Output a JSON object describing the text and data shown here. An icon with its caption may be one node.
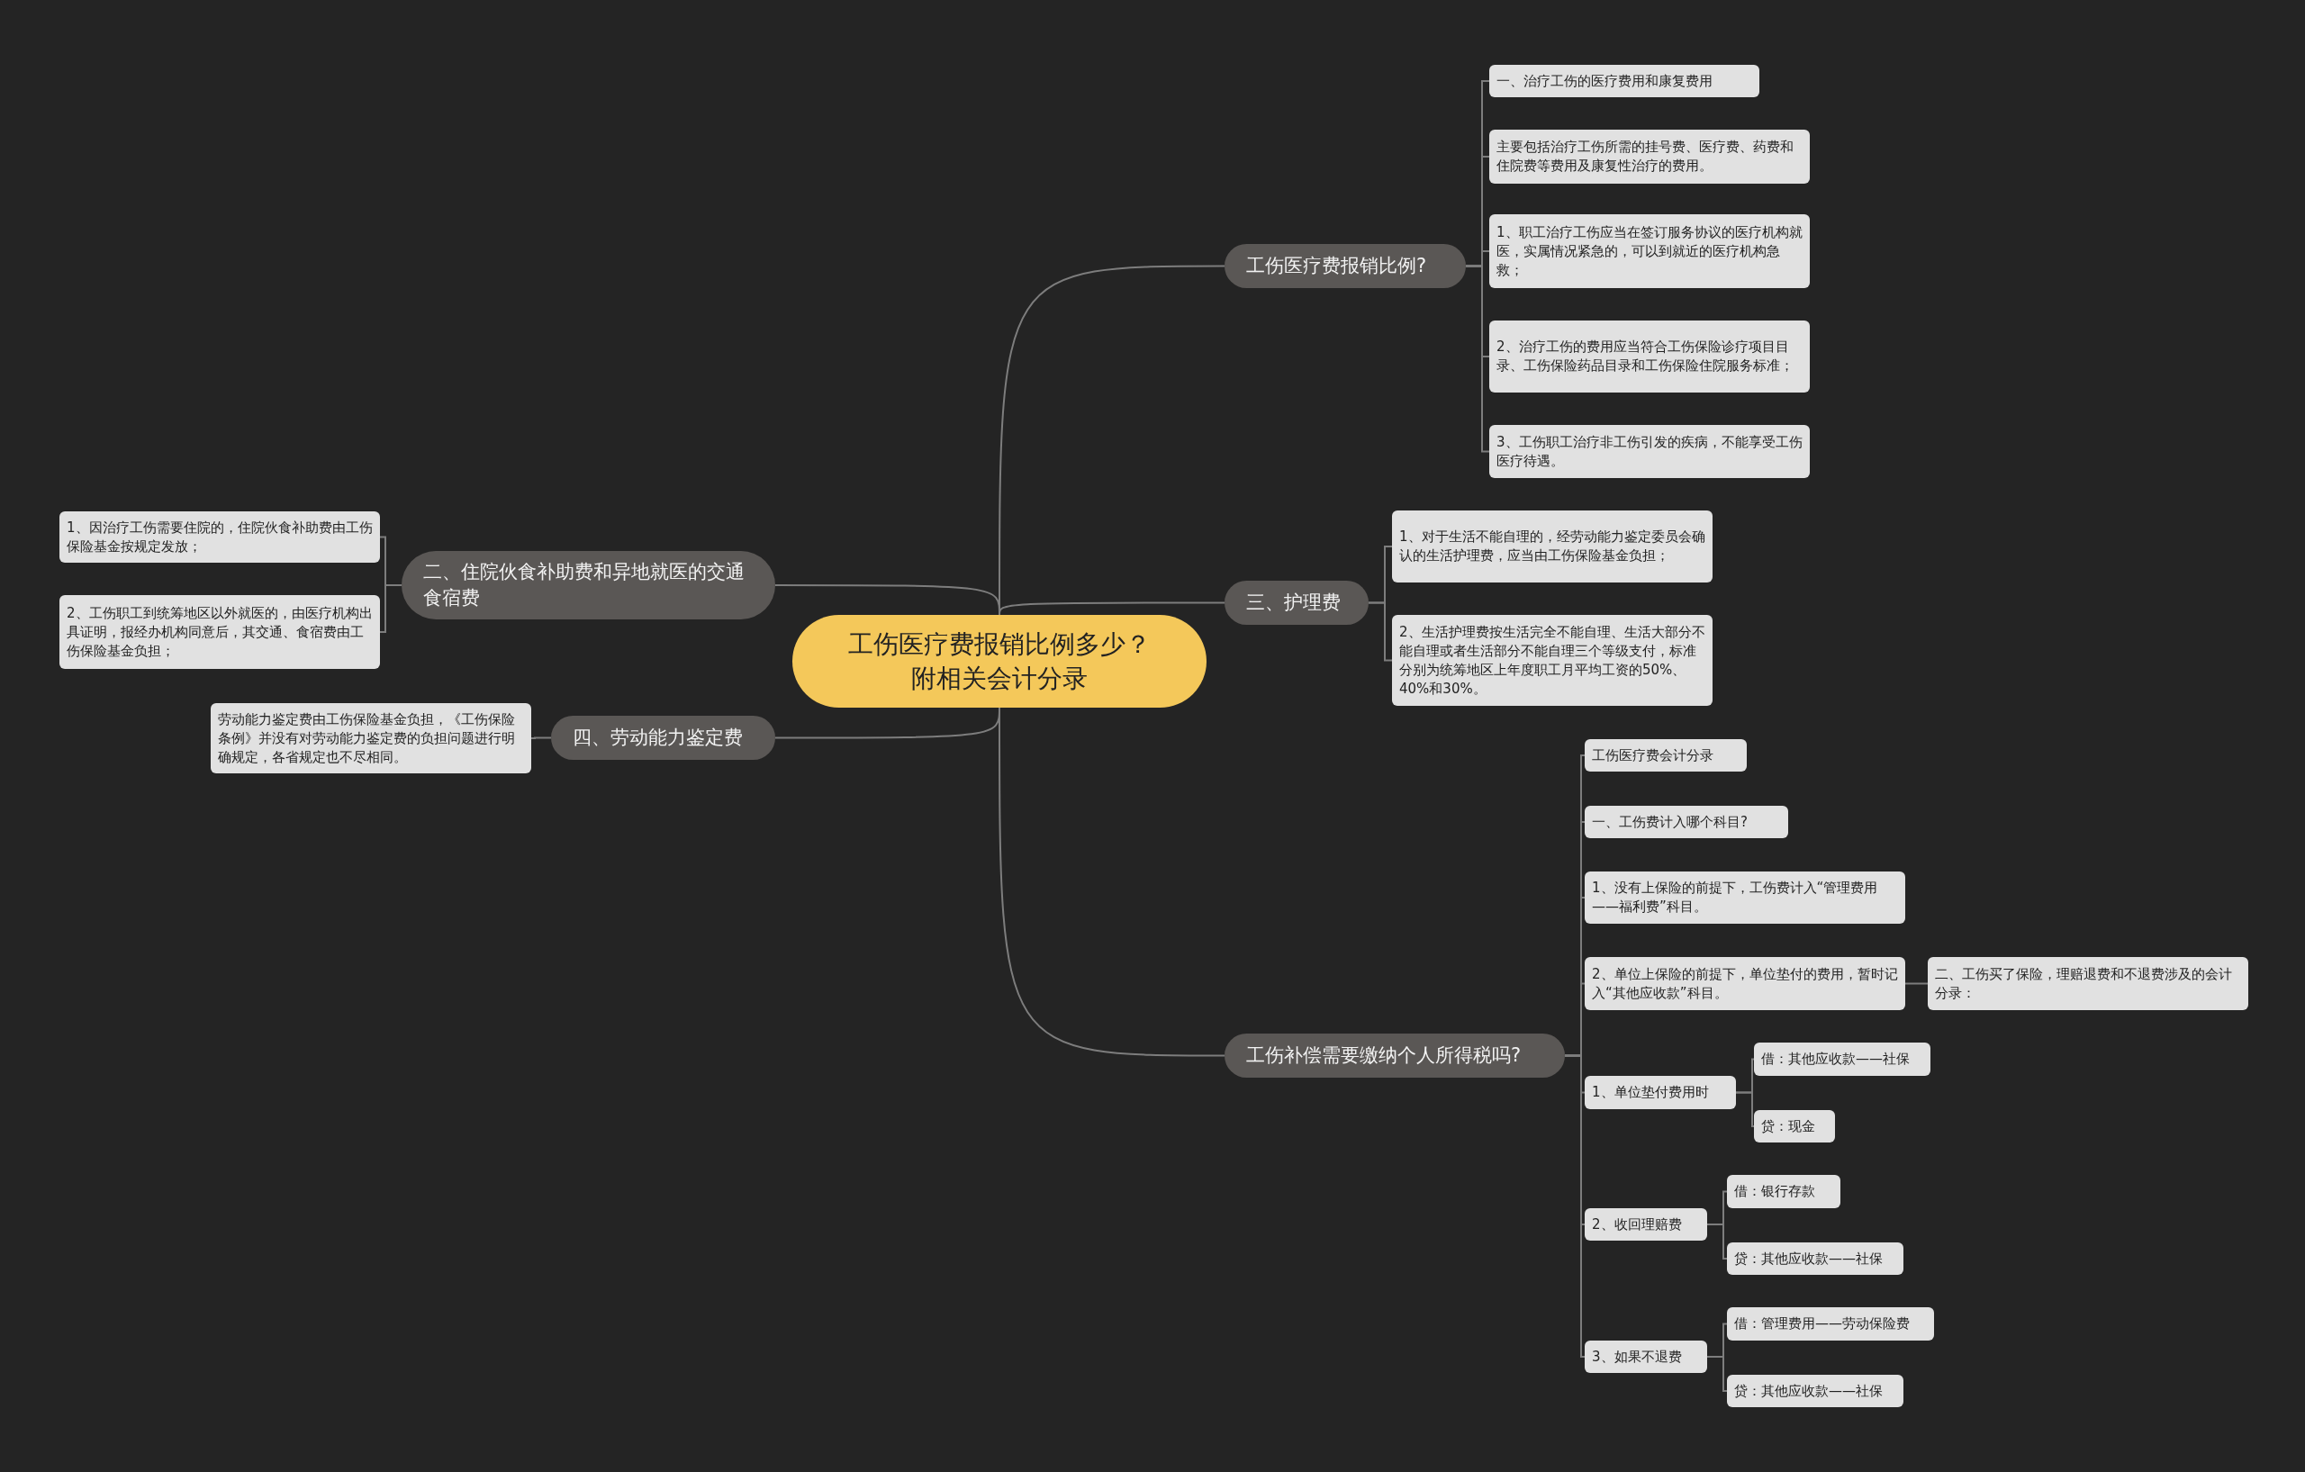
{
  "diagram": {
    "nodes": [
      {
        "text": [
          "工伤医疗费报销比例多少？附相关会计分录"
        ]
      },
      {
        "text": [
          "工伤医疗费报销比例?"
        ]
      },
      {
        "text": [
          "一、治疗工伤的医疗费用和康复费用"
        ]
      },
      {
        "text": [
          "主要包括治疗工伤所需的挂号费、医疗费、药费和住院费等费用及康复性治疗的费用。"
        ]
      },
      {
        "text": [
          "1、职工治疗工伤应当在签订服务协议的医疗机构就医，实属情况紧急的，可以到就近的医疗机构急救；"
        ]
      },
      {
        "text": [
          "2、治疗工伤的费用应当符合工伤保险诊疗项目目录、工伤保险药品目录和工伤保险住院服务标准；"
        ]
      },
      {
        "text": [
          "3、工伤职工治疗非工伤引发的疾病，不能享受工伤医疗待遇。"
        ]
      },
      {
        "text": [
          "三、护理费"
        ]
      },
      {
        "text": [
          "1、对于生活不能自理的，经劳动能力鉴定委员会确认的生活护理费，应当由工伤保险基金负担；"
        ]
      },
      {
        "text": [
          "2、生活护理费按生活完全不能自理、生活大部分不能自理或者生活部分不能自理三个等级支付，标准分别为统筹地区上年度职工月平均工资的50%、40%和30%。"
        ]
      },
      {
        "text": [
          "工伤补偿需要缴纳个人所得税吗?"
        ]
      },
      {
        "text": [
          "工伤医疗费会计分录"
        ]
      },
      {
        "text": [
          "一、工伤费计入哪个科目?"
        ]
      },
      {
        "text": [
          "1、没有上保险的前提下，工伤费计入“管理费用——福利费”科目。"
        ]
      },
      {
        "text": [
          "2、单位上保险的前提下，单位垫付的费用，暂时记入“其他应收款”科目。"
        ]
      },
      {
        "text": [
          "二、工伤买了保险，理赔退费和不退费涉及的会计分录："
        ]
      },
      {
        "text": [
          "1、单位垫付费用时"
        ]
      },
      {
        "text": [
          "借：其他应收款——社保"
        ]
      },
      {
        "text": [
          "贷：现金"
        ]
      },
      {
        "text": [
          "2、收回理赔费"
        ]
      },
      {
        "text": [
          "借：银行存款"
        ]
      },
      {
        "text": [
          "贷：其他应收款——社保"
        ]
      },
      {
        "text": [
          "3、如果不退费"
        ]
      },
      {
        "text": [
          "借：管理费用——劳动保险费"
        ]
      },
      {
        "text": [
          "贷：其他应收款——社保"
        ]
      },
      {
        "text": [
          "二、住院伙食补助费和异地就医的交通食宿费"
        ]
      },
      {
        "text": [
          "1、因治疗工伤需要住院的，住院伙食补助费由工伤保险基金按规定发放；"
        ]
      },
      {
        "text": [
          "2、工伤职工到统筹地区以外就医的，由医疗机构出具证明，报经办机构同意后，其交通、食宿费由工伤保险基金负担；"
        ]
      },
      {
        "text": [
          "四、劳动能力鉴定费"
        ]
      },
      {
        "text": [
          "劳动能力鉴定费由工伤保险基金负担，《工伤保险条例》并没有对劳动能力鉴定费的负担问题进行明确规定，各省规定也不尽相同。"
        ]
      }
    ],
    "edges": [
      {
        "from": 0,
        "to": 1,
        "arrow": "none"
      },
      {
        "from": 1,
        "to": 2,
        "arrow": "none"
      },
      {
        "from": 1,
        "to": 3,
        "arrow": "none"
      },
      {
        "from": 1,
        "to": 4,
        "arrow": "none"
      },
      {
        "from": 1,
        "to": 5,
        "arrow": "none"
      },
      {
        "from": 1,
        "to": 6,
        "arrow": "none"
      },
      {
        "from": 0,
        "to": 7,
        "arrow": "none"
      },
      {
        "from": 7,
        "to": 8,
        "arrow": "none"
      },
      {
        "from": 7,
        "to": 9,
        "arrow": "none"
      },
      {
        "from": 0,
        "to": 10,
        "arrow": "none"
      },
      {
        "from": 10,
        "to": 11,
        "arrow": "none"
      },
      {
        "from": 10,
        "to": 12,
        "arrow": "none"
      },
      {
        "from": 10,
        "to": 13,
        "arrow": "none"
      },
      {
        "from": 10,
        "to": 14,
        "arrow": "none"
      },
      {
        "from": 14,
        "to": 15,
        "arrow": "none"
      },
      {
        "from": 10,
        "to": 16,
        "arrow": "none"
      },
      {
        "from": 16,
        "to": 17,
        "arrow": "none"
      },
      {
        "from": 16,
        "to": 18,
        "arrow": "none"
      },
      {
        "from": 10,
        "to": 19,
        "arrow": "none"
      },
      {
        "from": 19,
        "to": 20,
        "arrow": "none"
      },
      {
        "from": 19,
        "to": 21,
        "arrow": "none"
      },
      {
        "from": 10,
        "to": 22,
        "arrow": "none"
      },
      {
        "from": 22,
        "to": 23,
        "arrow": "none"
      },
      {
        "from": 22,
        "to": 24,
        "arrow": "none"
      },
      {
        "from": 0,
        "to": 25,
        "arrow": "none"
      },
      {
        "from": 25,
        "to": 26,
        "arrow": "none"
      },
      {
        "from": 25,
        "to": 27,
        "arrow": "none"
      },
      {
        "from": 0,
        "to": 28,
        "arrow": "none"
      },
      {
        "from": 28,
        "to": 29,
        "arrow": "none"
      }
    ]
  }
}
